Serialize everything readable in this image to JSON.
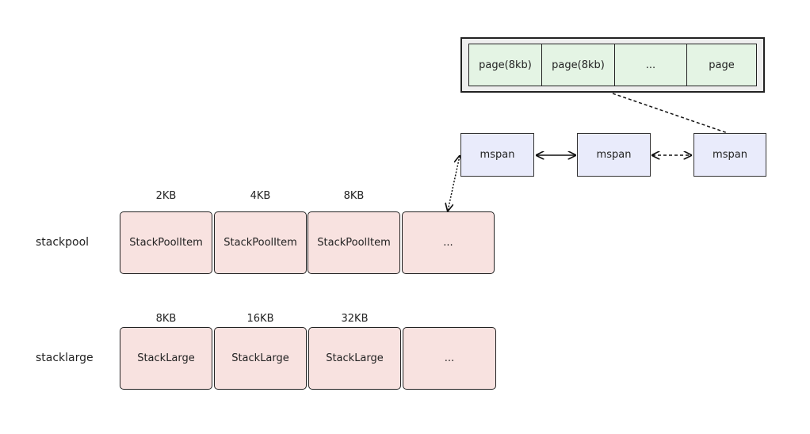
{
  "pages": {
    "cells": [
      "page(8kb)",
      "page(8kb)",
      "...",
      "page"
    ],
    "fill_color": "#e4f4e4",
    "frame_color": "#eeeeee"
  },
  "mspans": {
    "items": [
      "mspan",
      "mspan",
      "mspan"
    ],
    "fill_color": "#e9ebfb"
  },
  "stackpool": {
    "label": "stackpool",
    "sizes": [
      "2KB",
      "4KB",
      "8KB"
    ],
    "items": [
      "StackPoolItem",
      "StackPoolItem",
      "StackPoolItem",
      "..."
    ],
    "fill_color": "#f8e2e0"
  },
  "stacklarge": {
    "label": "stacklarge",
    "sizes": [
      "8KB",
      "16KB",
      "32KB"
    ],
    "items": [
      "StackLarge",
      "StackLarge",
      "StackLarge",
      "..."
    ],
    "fill_color": "#f8e2e0"
  }
}
